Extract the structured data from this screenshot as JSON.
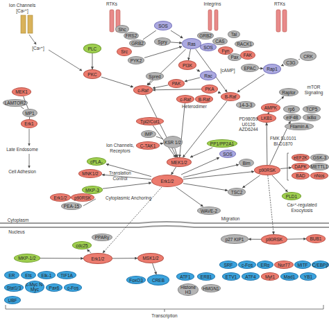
{
  "diagram": {
    "nodes": [
      {
        "text": [
          "PLC"
        ]
      },
      {
        "text": [
          "Shc"
        ]
      },
      {
        "text": [
          "FRS2"
        ]
      },
      {
        "text": [
          "GRB2"
        ]
      },
      {
        "text": [
          "SOS"
        ]
      },
      {
        "text": [
          "Spry"
        ]
      },
      {
        "text": [
          "Ras"
        ]
      },
      {
        "text": [
          "Src"
        ]
      },
      {
        "text": [
          "PYK2"
        ]
      },
      {
        "text": [
          "GRB2"
        ]
      },
      {
        "text": [
          "SOS"
        ]
      },
      {
        "text": [
          "Tal"
        ]
      },
      {
        "text": [
          "CAS"
        ]
      },
      {
        "text": [
          "RACK1"
        ]
      },
      {
        "text": [
          "Fyn"
        ]
      },
      {
        "text": [
          "Pax"
        ]
      },
      {
        "text": [
          "FAK"
        ]
      },
      {
        "text": [
          "CRK"
        ]
      },
      {
        "text": [
          "C3G"
        ]
      },
      {
        "text": [
          "PI3K"
        ]
      },
      {
        "text": [
          "EPAC"
        ]
      },
      {
        "text": [
          "Rap1"
        ]
      },
      {
        "text": [
          "PKC"
        ]
      },
      {
        "text": [
          "Rac"
        ]
      },
      {
        "text": [
          "Spred"
        ]
      },
      {
        "text": [
          "PAK"
        ]
      },
      {
        "text": [
          "PKA"
        ]
      },
      {
        "text": [
          "c-Raf"
        ]
      },
      {
        "text": [
          "Raptor"
        ]
      },
      {
        "text": [
          "MEK1"
        ]
      },
      {
        "text": [
          "B-Raf"
        ]
      },
      {
        "text": [
          "c-Raf"
        ]
      },
      {
        "text": [
          "B-Raf"
        ]
      },
      {
        "text": [
          "LAMTOR2"
        ]
      },
      {
        "text": [
          "14-3-3"
        ]
      },
      {
        "text": [
          "AMPK"
        ]
      },
      {
        "text": [
          "rp6"
        ]
      },
      {
        "text": [
          "TCP5"
        ]
      },
      {
        "text": [
          "MP1"
        ]
      },
      {
        "text": [
          "LKB1"
        ]
      },
      {
        "text": [
          "eIF4B"
        ]
      },
      {
        "text": [
          "IκBα"
        ]
      },
      {
        "text": [
          "Tpl2/Cot1"
        ]
      },
      {
        "text": [
          "Erk1"
        ]
      },
      {
        "text": [
          "Filamin A"
        ]
      },
      {
        "text": [
          "IMP"
        ]
      },
      {
        "text": [
          "KSR 1/2"
        ]
      },
      {
        "text": [
          "PP1/PP2A1"
        ]
      },
      {
        "text": [
          "C-TAK1"
        ]
      },
      {
        "text": [
          "SOS"
        ]
      },
      {
        "text": [
          "eEF2K"
        ]
      },
      {
        "text": [
          "GSK-3"
        ]
      },
      {
        "text": [
          "cPLA₂"
        ]
      },
      {
        "text": [
          "MEK1/2"
        ]
      },
      {
        "text": [
          "Bim"
        ]
      },
      {
        "text": [
          "DAPK"
        ]
      },
      {
        "text": [
          "METTL1"
        ]
      },
      {
        "text": [
          "p90RSK"
        ]
      },
      {
        "text": [
          "MNK1/2"
        ]
      },
      {
        "text": [
          "BAD"
        ]
      },
      {
        "text": [
          "nNos"
        ]
      },
      {
        "text": [
          "Erk1/2"
        ]
      },
      {
        "text": [
          "MKP-3"
        ]
      },
      {
        "text": [
          "TSC2"
        ]
      },
      {
        "text": [
          "PLD1"
        ]
      },
      {
        "text": [
          "Erk1/2"
        ]
      },
      {
        "text": [
          "p90RSK"
        ]
      },
      {
        "text": [
          "PEA-15"
        ]
      },
      {
        "text": [
          "WAVE-2"
        ]
      },
      {
        "text": [
          "PPARγ"
        ]
      },
      {
        "text": [
          "p27 KIP1"
        ]
      },
      {
        "text": [
          "p90RSK"
        ]
      },
      {
        "text": [
          "BUB1"
        ]
      },
      {
        "text": [
          "cdc25"
        ]
      },
      {
        "text": [
          "MKP-1/2"
        ]
      },
      {
        "text": [
          "Erk1/2"
        ]
      },
      {
        "text": [
          "MSK1/2"
        ]
      },
      {
        "text": [
          "SRF"
        ]
      },
      {
        "text": [
          "c-Fos"
        ]
      },
      {
        "text": [
          "ERα"
        ]
      },
      {
        "text": [
          "Nur77"
        ]
      },
      {
        "text": [
          "MITF"
        ]
      },
      {
        "text": [
          "C/EBPβ"
        ]
      },
      {
        "text": [
          "ER"
        ]
      },
      {
        "text": [
          "Ets"
        ]
      },
      {
        "text": [
          "Elk-1"
        ]
      },
      {
        "text": [
          "TIF1A"
        ]
      },
      {
        "text": [
          "ATF1"
        ]
      },
      {
        "text": [
          "ER81"
        ]
      },
      {
        "text": [
          "ETV1"
        ]
      },
      {
        "text": [
          "ATF4"
        ]
      },
      {
        "text": [
          "Myt1"
        ]
      },
      {
        "text": [
          "Mad1"
        ]
      },
      {
        "text": [
          "YB1"
        ]
      },
      {
        "text": [
          "FoxO3"
        ]
      },
      {
        "text": [
          "CREB"
        ]
      },
      {
        "text": [
          "Stat1/3"
        ]
      },
      {
        "text": [
          "c-Myc N-Myc"
        ]
      },
      {
        "text": [
          "Pax6"
        ]
      },
      {
        "text": [
          "c-Fos"
        ]
      },
      {
        "text": [
          "Histone H3"
        ]
      },
      {
        "text": [
          "HMGN1"
        ]
      },
      {
        "text": [
          "UBF"
        ]
      }
    ],
    "edges": [
      {
        "from": 4,
        "to": 6,
        "arrow": "to"
      },
      {
        "from": 3,
        "to": 4,
        "arrow": "none"
      },
      {
        "from": 5,
        "to": 6,
        "arrow": "to"
      },
      {
        "from": 10,
        "to": 6,
        "arrow": "to"
      },
      {
        "from": 6,
        "to": 19,
        "arrow": "to"
      },
      {
        "from": 6,
        "to": 27,
        "arrow": "to"
      },
      {
        "from": 6,
        "to": 30,
        "arrow": "to"
      },
      {
        "from": 0,
        "to": 22,
        "arrow": "to"
      },
      {
        "from": 8,
        "to": 6,
        "arrow": "to"
      },
      {
        "from": 22,
        "to": 27,
        "arrow": "to"
      },
      {
        "from": 24,
        "to": 27,
        "arrow": "to"
      },
      {
        "from": 19,
        "to": 23,
        "arrow": "to"
      },
      {
        "from": 23,
        "to": 25,
        "arrow": "to"
      },
      {
        "from": 25,
        "to": 27,
        "arrow": "to"
      },
      {
        "from": 26,
        "to": 27,
        "arrow": "to"
      },
      {
        "from": 26,
        "to": 30,
        "arrow": "to"
      },
      {
        "from": 21,
        "to": 30,
        "arrow": "to"
      },
      {
        "from": 20,
        "to": 21,
        "arrow": "to"
      },
      {
        "from": 17,
        "to": 18,
        "arrow": "none"
      },
      {
        "from": 18,
        "to": 21,
        "arrow": "to"
      },
      {
        "from": 34,
        "to": 30,
        "arrow": "none"
      },
      {
        "from": 27,
        "to": 53,
        "arrow": "to"
      },
      {
        "from": 30,
        "to": 53,
        "arrow": "to"
      },
      {
        "from": 31,
        "to": 53,
        "arrow": "to"
      },
      {
        "from": 42,
        "to": 53,
        "arrow": "to"
      },
      {
        "from": 46,
        "to": 53,
        "arrow": "to"
      },
      {
        "from": 45,
        "to": 46,
        "arrow": "none"
      },
      {
        "from": 48,
        "to": 46,
        "arrow": "to"
      },
      {
        "from": 53,
        "to": 61,
        "arrow": "to"
      },
      {
        "from": 61,
        "to": 52,
        "arrow": "to"
      },
      {
        "from": 61,
        "to": 58,
        "arrow": "to"
      },
      {
        "from": 62,
        "to": 61,
        "arrow": "to"
      },
      {
        "from": 61,
        "to": 57,
        "arrow": "to"
      },
      {
        "from": 61,
        "to": 63,
        "arrow": "to"
      },
      {
        "from": 61,
        "to": 68,
        "arrow": "to"
      },
      {
        "from": 61,
        "to": 54,
        "arrow": "to"
      },
      {
        "from": 61,
        "to": 49,
        "arrow": "to"
      },
      {
        "from": 47,
        "to": 53,
        "arrow": "to"
      },
      {
        "from": 57,
        "to": 39,
        "arrow": "to"
      },
      {
        "from": 39,
        "to": 35,
        "arrow": "to"
      },
      {
        "from": 35,
        "to": 28,
        "arrow": "to"
      },
      {
        "from": 57,
        "to": 64,
        "arrow": "to"
      },
      {
        "from": 57,
        "to": 55,
        "arrow": "to"
      },
      {
        "from": 57,
        "to": 40,
        "arrow": "to"
      },
      {
        "from": 57,
        "to": 63,
        "arrow": "to"
      },
      {
        "from": 29,
        "to": 38,
        "arrow": "none"
      },
      {
        "from": 38,
        "to": 43,
        "arrow": "none"
      },
      {
        "from": 33,
        "to": 38,
        "arrow": "none"
      },
      {
        "from": 61,
        "to": 75,
        "arrow": "to"
      },
      {
        "from": 57,
        "to": 71,
        "arrow": "to"
      },
      {
        "from": 71,
        "to": 70,
        "arrow": "to"
      },
      {
        "from": 71,
        "to": 72,
        "arrow": "to"
      },
      {
        "from": 75,
        "to": 76,
        "arrow": "to"
      },
      {
        "from": 75,
        "to": 73,
        "arrow": "to"
      },
      {
        "from": 74,
        "to": 75,
        "arrow": "to"
      },
      {
        "from": 76,
        "to": 95,
        "arrow": "to"
      },
      {
        "from": 7,
        "to": 8,
        "arrow": "none"
      }
    ],
    "labels": [
      "Ion Channels",
      "[Ca²⁺]",
      "RTKs",
      "Integrins",
      "RTKs",
      "[Ca²⁺]",
      "[cAMP]",
      "Heterodimer",
      "PD98059 U0126 AZD6244",
      "FMK SL0101 BI-D1870",
      "mTOR Signaling",
      "Late Endosome",
      "Cell Adhesion",
      "Ion Channels, Receptors",
      "Translation Control",
      "Cytoplasmic Anchoring",
      "Migration",
      "Ca²⁺-regulated Exocytosis",
      "Cytoplasm",
      "Nucleus",
      "Transcription"
    ]
  }
}
